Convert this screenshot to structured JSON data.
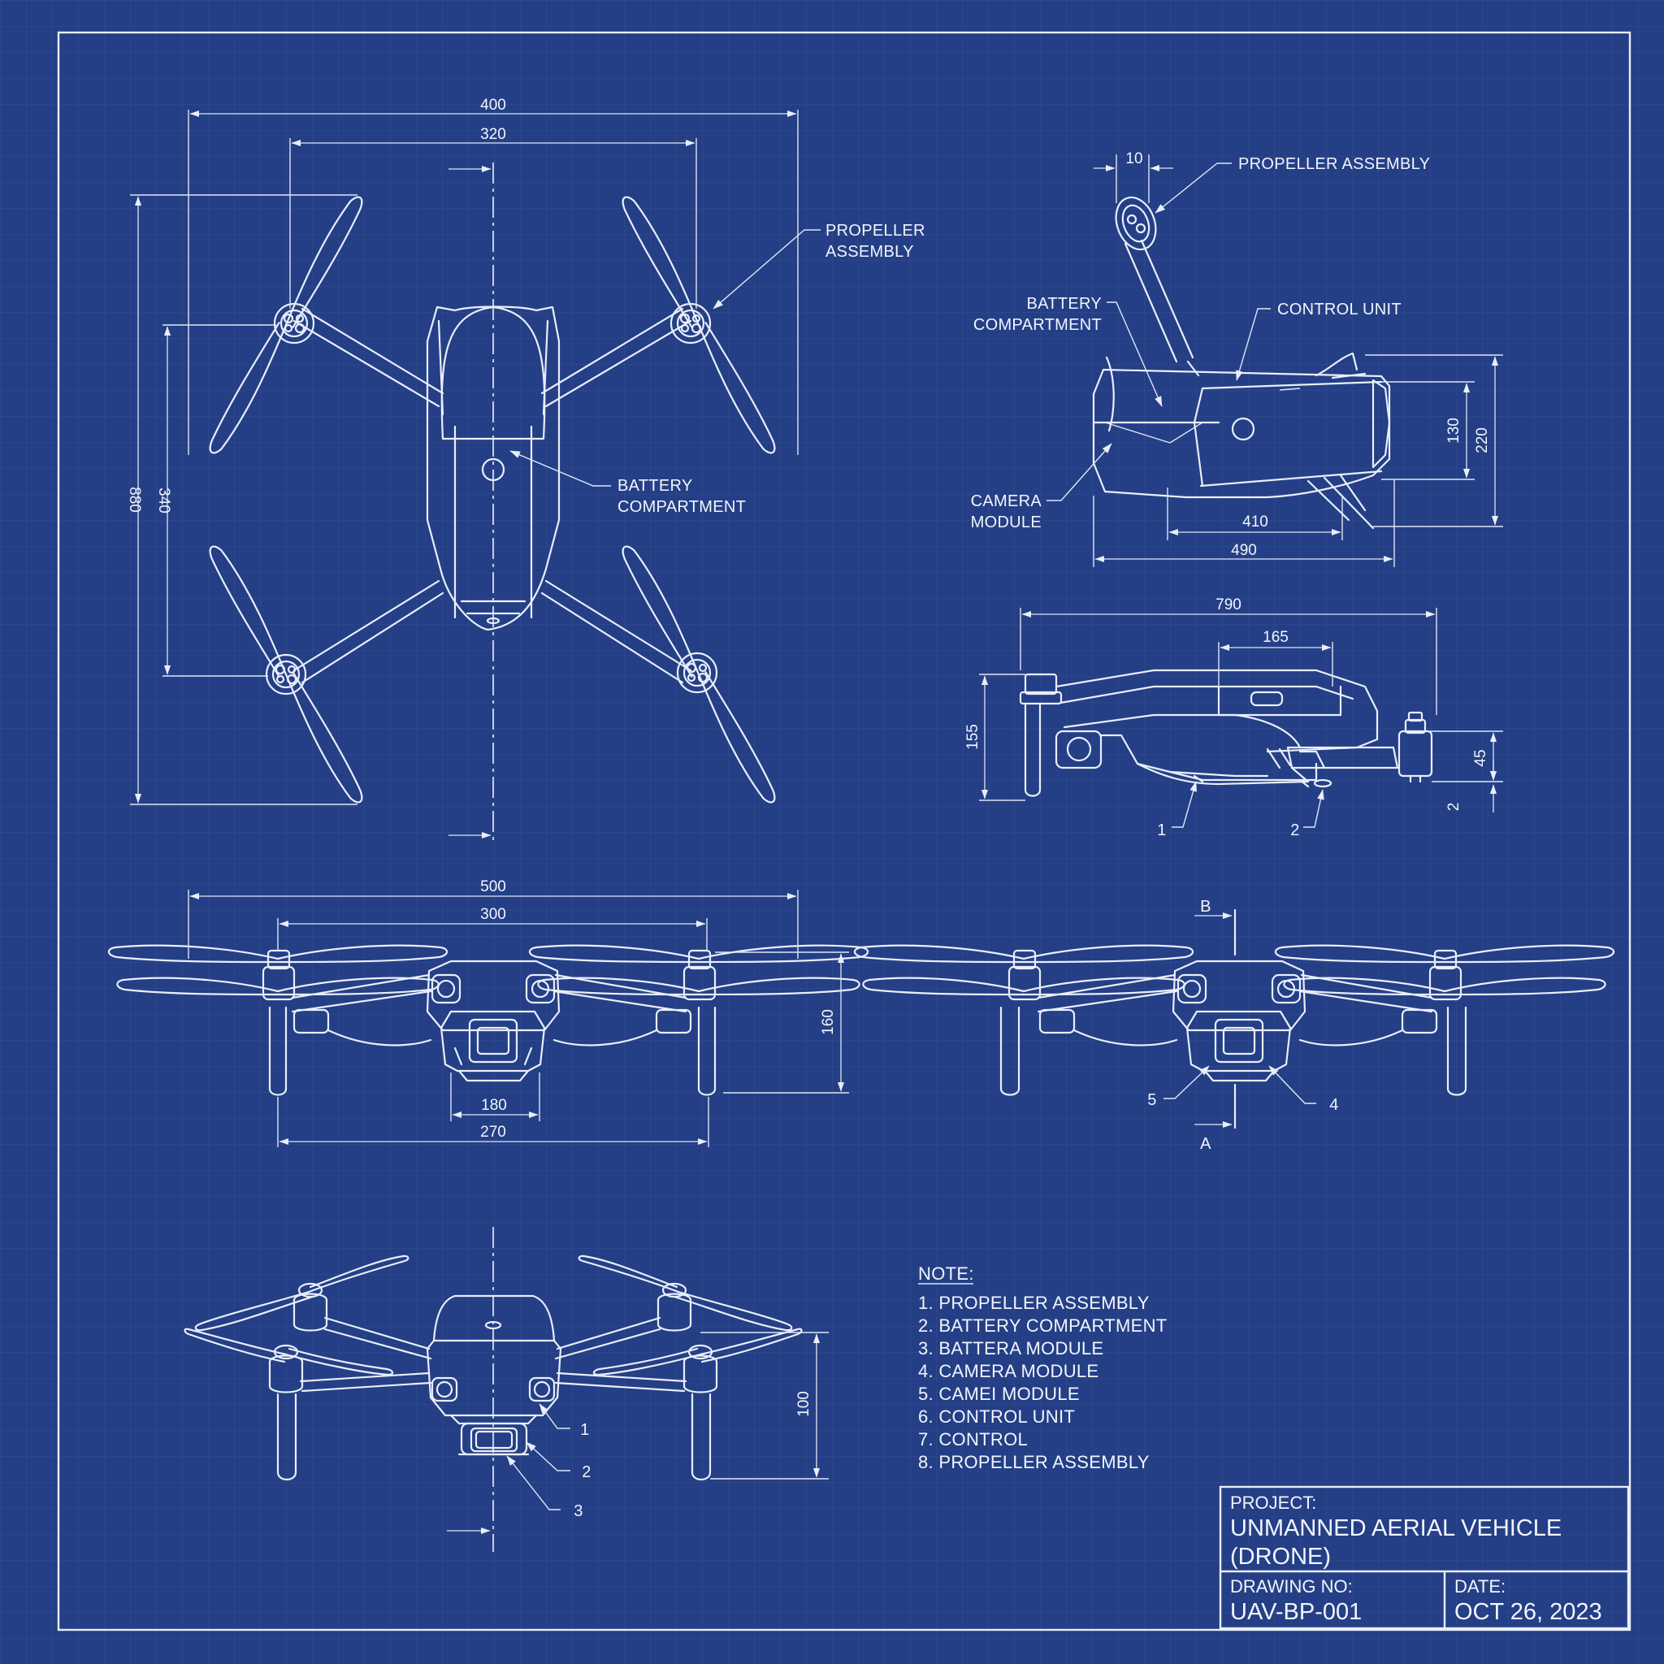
{
  "top_view": {
    "dims": {
      "overall_width": "400",
      "motor_span": "320",
      "overall_length": "880",
      "motor_pitch": "340"
    },
    "labels": {
      "propeller": [
        "PROPELLER",
        "ASSEMBLY"
      ],
      "battery": [
        "BATTERY",
        "COMPARTMENT"
      ]
    }
  },
  "side_view": {
    "dims": {
      "arm_width": "10",
      "body_length_inner": "410",
      "body_length": "490",
      "body_height_inner": "130",
      "body_height": "220"
    },
    "labels": {
      "propeller": "PROPELLER ASSEMBLY",
      "battery": [
        "BATTERY",
        "COMPARTMENT"
      ],
      "control": "CONTROL UNIT",
      "camera": [
        "CAMERA",
        "MODULE"
      ]
    }
  },
  "profile_view": {
    "dims": {
      "length": "790",
      "battery": "165",
      "height": "155",
      "arm": "45",
      "gap": "2"
    },
    "callouts": [
      "1",
      "2"
    ]
  },
  "front_view": {
    "dims": {
      "prop_span": "500",
      "motor_span": "300",
      "gimbal": "180",
      "leg_span": "270",
      "height": "160"
    }
  },
  "section_view": {
    "markers": {
      "top": "B",
      "bottom": "A"
    },
    "callouts": [
      "5",
      "4"
    ]
  },
  "perspective_view": {
    "dims": {
      "height": "100"
    },
    "callouts": [
      "1",
      "2",
      "3"
    ]
  },
  "notes": {
    "title": "NOTE:",
    "items": [
      "1. PROPELLER ASSEMBLY",
      "2. BATTERY COMPARTMENT",
      "3. BATTERA MODULE",
      "4. CAMERA MODULE",
      "5. CAMEI MODULE",
      "6. CONTROL UNIT",
      "7. CONTROL",
      "8. PROPELLER ASSEMBLY"
    ]
  },
  "title_block": {
    "project_label": "PROJECT:",
    "project_line1": "UNMANNED AERIAL VEHICLE",
    "project_line2": "(DRONE)",
    "drawing_label": "DRAWING NO:",
    "drawing_no": "UAV-BP-001",
    "date_label": "DATE:",
    "date": "OCT 26, 2023"
  },
  "colors": {
    "background": "#243f86",
    "line": "#e9eef9"
  }
}
